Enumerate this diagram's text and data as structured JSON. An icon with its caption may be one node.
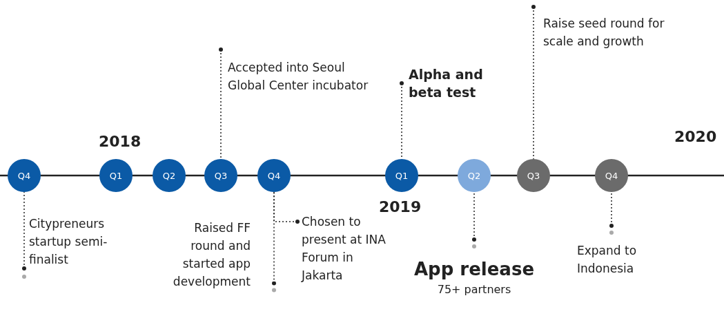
{
  "diagram": {
    "nodes": [
      {
        "text": [
          "Q4"
        ]
      },
      {
        "text": [
          "Q1"
        ]
      },
      {
        "text": [
          "Q2"
        ]
      },
      {
        "text": [
          "Q3"
        ]
      },
      {
        "text": [
          "Q4"
        ]
      },
      {
        "text": [
          "Q1"
        ]
      },
      {
        "text": [
          "Q2"
        ]
      },
      {
        "text": [
          "Q3"
        ]
      },
      {
        "text": [
          "Q4"
        ]
      },
      {
        "text": [
          "Citypreneurs startup semi-finalist"
        ]
      },
      {
        "text": [
          "Accepted into Seoul Global Center incubator"
        ]
      },
      {
        "text": [
          "Raised FF round and started app development"
        ]
      },
      {
        "text": [
          "Chosen to present at INA Forum in Jakarta"
        ]
      },
      {
        "text": [
          "Alpha and beta test"
        ]
      },
      {
        "text": [
          "App release",
          "75+ partners"
        ]
      },
      {
        "text": [
          "Raise seed round for scale and growth"
        ]
      },
      {
        "text": [
          "Expand to Indonesia"
        ]
      }
    ],
    "edges": [
      {
        "from": 9,
        "to": 0,
        "arrow": "other"
      },
      {
        "from": 10,
        "to": 3,
        "arrow": "other"
      },
      {
        "from": 11,
        "to": 4,
        "arrow": "other"
      },
      {
        "from": 12,
        "to": 4,
        "arrow": "other"
      },
      {
        "from": 13,
        "to": 5,
        "arrow": "other"
      },
      {
        "from": 14,
        "to": 6,
        "arrow": "other"
      },
      {
        "from": 15,
        "to": 7,
        "arrow": "other"
      },
      {
        "from": 16,
        "to": 8,
        "arrow": "other"
      }
    ],
    "labels": [
      "2018",
      "2019",
      "2020"
    ]
  }
}
